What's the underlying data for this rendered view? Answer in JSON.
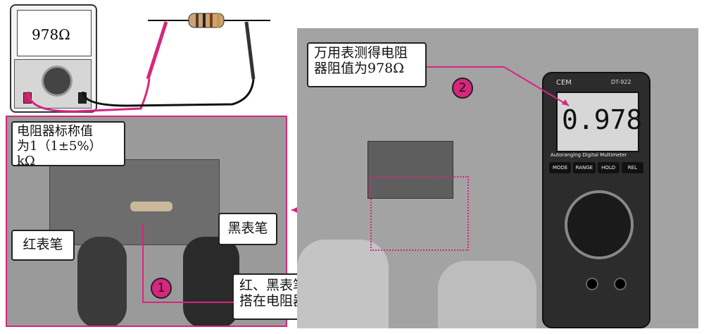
{
  "meter_diagram": {
    "reading": "978Ω"
  },
  "left_photo": {
    "nominal_label_line1": "电阻器标称值",
    "nominal_label_line2": "为1（1±5%）kΩ",
    "black_probe_label": "黑表笔",
    "red_probe_label": "红表笔",
    "instruction_line1": "红、黑表笔任意",
    "instruction_line2": "搭在电阻器两端",
    "step1": "1"
  },
  "right_photo": {
    "measured_line1": "万用表测得电阻",
    "measured_line2": "器阻值为978Ω",
    "step2": "2",
    "meter_display": "0.978",
    "meter_brand": "CEM",
    "meter_model": "DT-922",
    "meter_subtitle": "Autoranging Digital Multimeter",
    "buttons": [
      "MODE",
      "RANGE",
      "HOLD",
      "REL"
    ]
  },
  "colors": {
    "accent": "#d6267e",
    "photo_bg": "#9a9a9a"
  }
}
